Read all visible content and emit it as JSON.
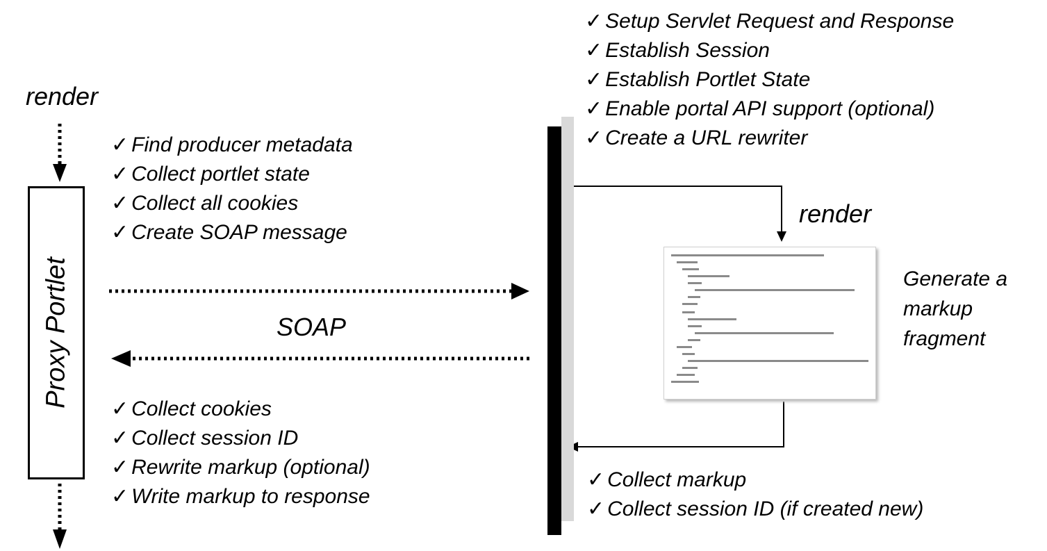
{
  "top_label": "render",
  "proxy_label": "Proxy Portlet",
  "soap_label": "SOAP",
  "inner_render_label": "render",
  "check_glyph": "✓",
  "request_steps": [
    "Find producer metadata",
    "Collect portlet state",
    "Collect all cookies",
    "Create SOAP message"
  ],
  "response_steps": [
    "Collect cookies",
    "Collect session ID",
    "Rewrite markup (optional)",
    "Write markup to response"
  ],
  "producer_setup_steps": [
    "Setup Servlet Request and Response",
    "Establish Session",
    "Establish Portlet State",
    "Enable portal API support (optional)",
    "Create a URL rewriter"
  ],
  "producer_collect_steps": [
    "Collect markup",
    "Collect session ID (if created new)"
  ],
  "generate_label": [
    "Generate a",
    "markup",
    "fragment"
  ]
}
